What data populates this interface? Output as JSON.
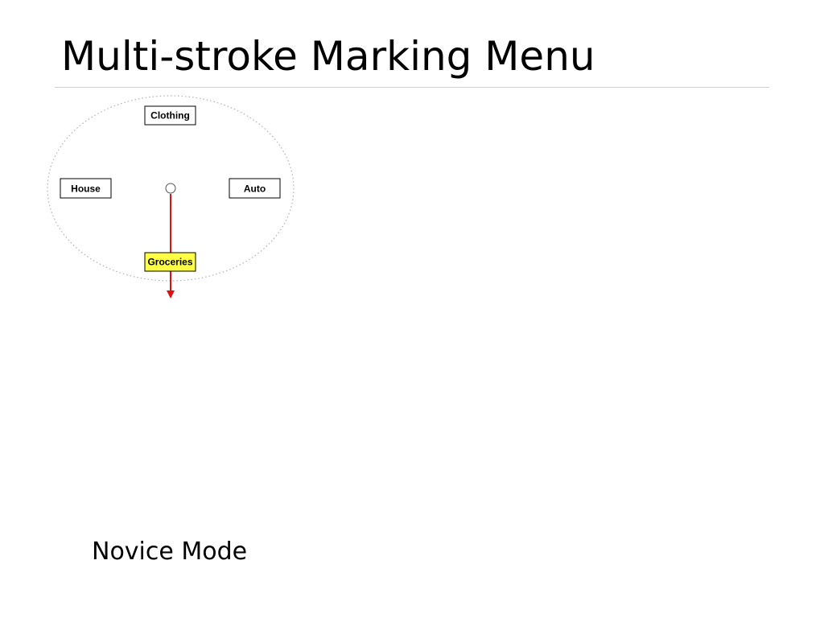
{
  "slide": {
    "title": "Multi-stroke Marking Menu",
    "caption": "Novice Mode"
  },
  "menu": {
    "items": [
      {
        "id": "clothing",
        "label": "Clothing",
        "position": "top",
        "selected": false
      },
      {
        "id": "house",
        "label": "House",
        "position": "left",
        "selected": false
      },
      {
        "id": "auto",
        "label": "Auto",
        "position": "right",
        "selected": false
      },
      {
        "id": "groceries",
        "label": "Groceries",
        "position": "bottom",
        "selected": true
      }
    ],
    "stroke_direction": "down"
  },
  "colors": {
    "highlight": "#ffff44",
    "stroke": "#dd1111",
    "ellipse_border": "#b0b0b0",
    "rule": "#d0d0d0"
  }
}
